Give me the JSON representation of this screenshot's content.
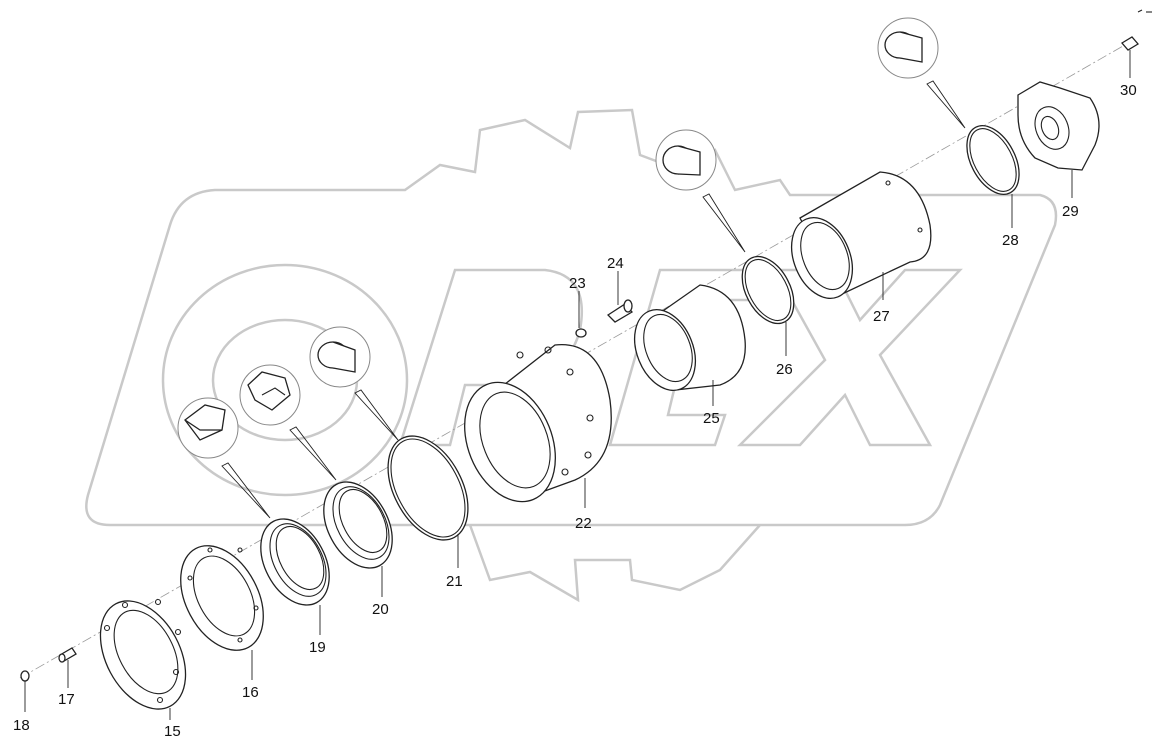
{
  "watermark": "OPEX",
  "labels": {
    "p15": "15",
    "p16": "16",
    "p17": "17",
    "p18": "18",
    "p19": "19",
    "p20": "20",
    "p21": "21",
    "p22": "22",
    "p23": "23",
    "p24": "24",
    "p25": "25",
    "p26": "26",
    "p27": "27",
    "p28": "28",
    "p29": "29",
    "p30": "30"
  }
}
